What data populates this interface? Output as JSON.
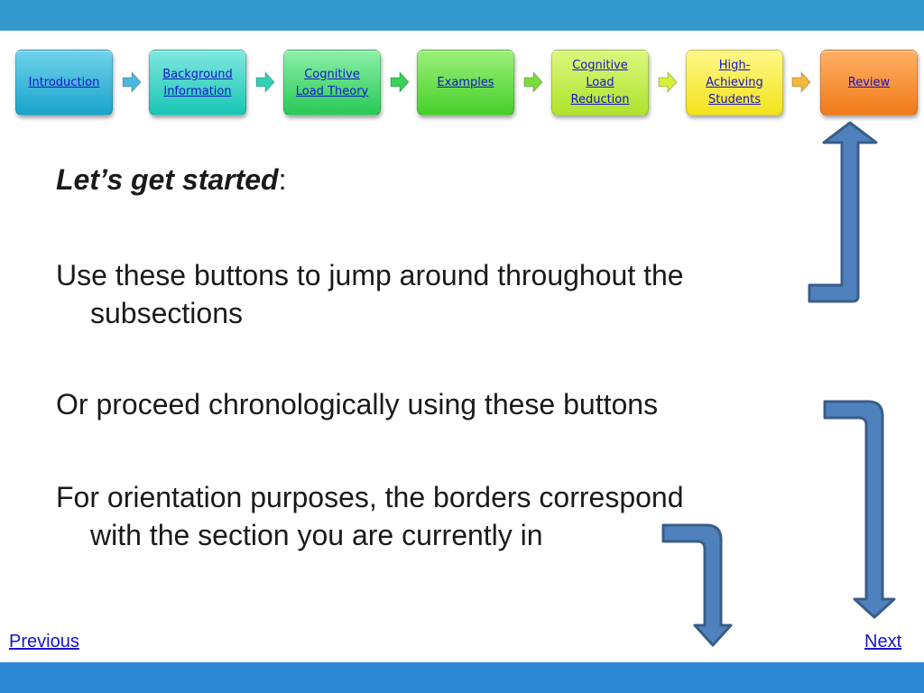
{
  "nav": {
    "buttons": [
      {
        "label": "Introduction"
      },
      {
        "label": "Background\nInformation"
      },
      {
        "label": "Cognitive\nLoad Theory"
      },
      {
        "label": "Examples"
      },
      {
        "label": "Cognitive\nLoad\nReduction"
      },
      {
        "label": "High-\nAchieving\nStudents"
      },
      {
        "label": "Review"
      }
    ],
    "arrow_colors": [
      "#4bb8e0",
      "#34cfb6",
      "#3ad05a",
      "#7ddc3a",
      "#d8ef3c",
      "#f2b93a"
    ]
  },
  "content": {
    "heading": "Let’s get started",
    "heading_suffix": ":",
    "line1a": "Use these buttons to jump around throughout the",
    "line1b": "subsections",
    "line2": "Or proceed chronologically using these buttons",
    "line3a": "For orientation purposes, the borders correspond",
    "line3b": "with the section you are currently in"
  },
  "footer": {
    "previous": "Previous",
    "next": "Next"
  },
  "colors": {
    "top_bar": "#3399cc",
    "bottom_bar": "#2b86d4",
    "big_arrow_fill": "#4f81bd",
    "big_arrow_stroke": "#385d8a",
    "link": "#1515c8"
  }
}
